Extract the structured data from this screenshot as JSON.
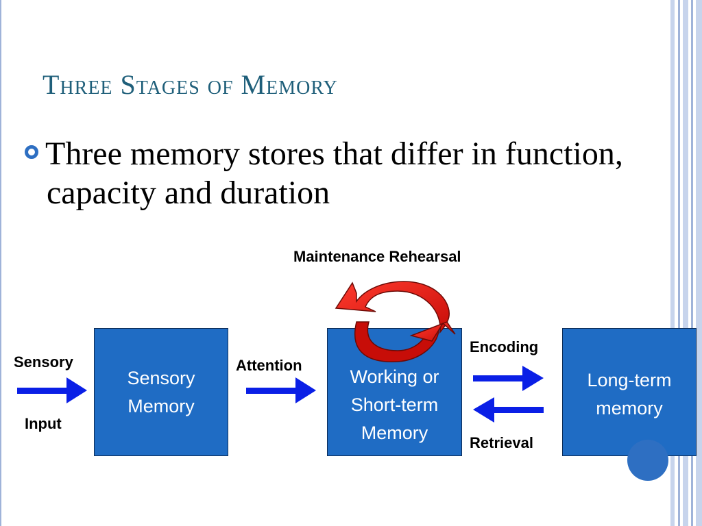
{
  "title": "Three Stages of Memory",
  "bullet": "Three memory stores that differ in function, capacity and duration",
  "diagram": {
    "rehearsal_label": "Maintenance Rehearsal",
    "input_label_top": "Sensory",
    "input_label_bottom": "Input",
    "attention_label": "Attention",
    "encoding_label": "Encoding",
    "retrieval_label": "Retrieval",
    "boxes": [
      {
        "label": "Sensory\nMemory"
      },
      {
        "label": "Working or\nShort-term\nMemory"
      },
      {
        "label": "Long-term\nmemory"
      }
    ]
  },
  "colors": {
    "title": "#1f5f7a",
    "box_fill": "#1f6cc4",
    "arrow_blue": "#0a1fe6",
    "rehearsal_red": "#e01b14",
    "accent": "#2e6fc2"
  }
}
